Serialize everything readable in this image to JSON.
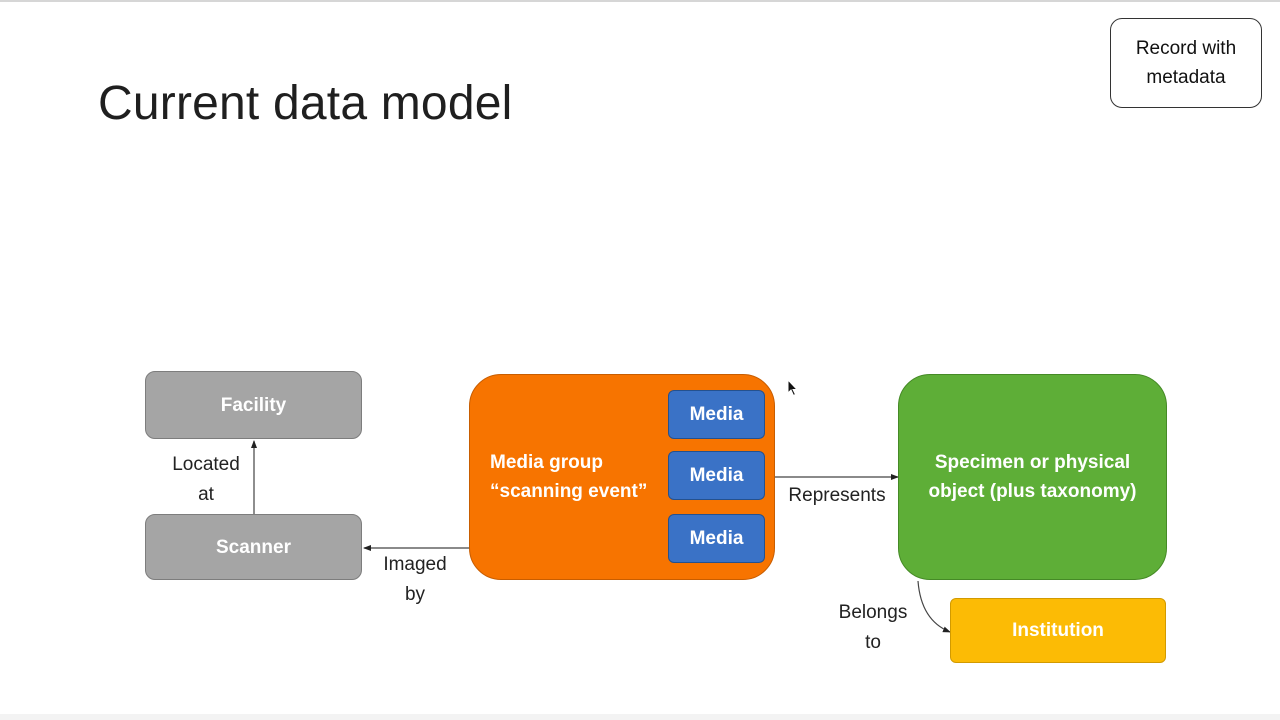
{
  "title": "Current data model",
  "legend": {
    "line1": "Record with",
    "line2": "metadata"
  },
  "nodes": {
    "facility": "Facility",
    "scanner": "Scanner",
    "media_group_line1": "Media group",
    "media_group_line2": "“scanning event”",
    "media": [
      "Media",
      "Media",
      "Media"
    ],
    "specimen_line1": "Specimen or physical",
    "specimen_line2": "object (plus taxonomy)",
    "institution": "Institution"
  },
  "edges": {
    "located_at": [
      "Located",
      "at"
    ],
    "imaged_by": [
      "Imaged",
      "by"
    ],
    "represents": "Represents",
    "belongs_to": [
      "Belongs",
      "to"
    ]
  },
  "colors": {
    "gray": "#a5a5a5",
    "orange": "#f77400",
    "blue": "#3a72c6",
    "green": "#5eae37",
    "yellow": "#fcbb05"
  }
}
